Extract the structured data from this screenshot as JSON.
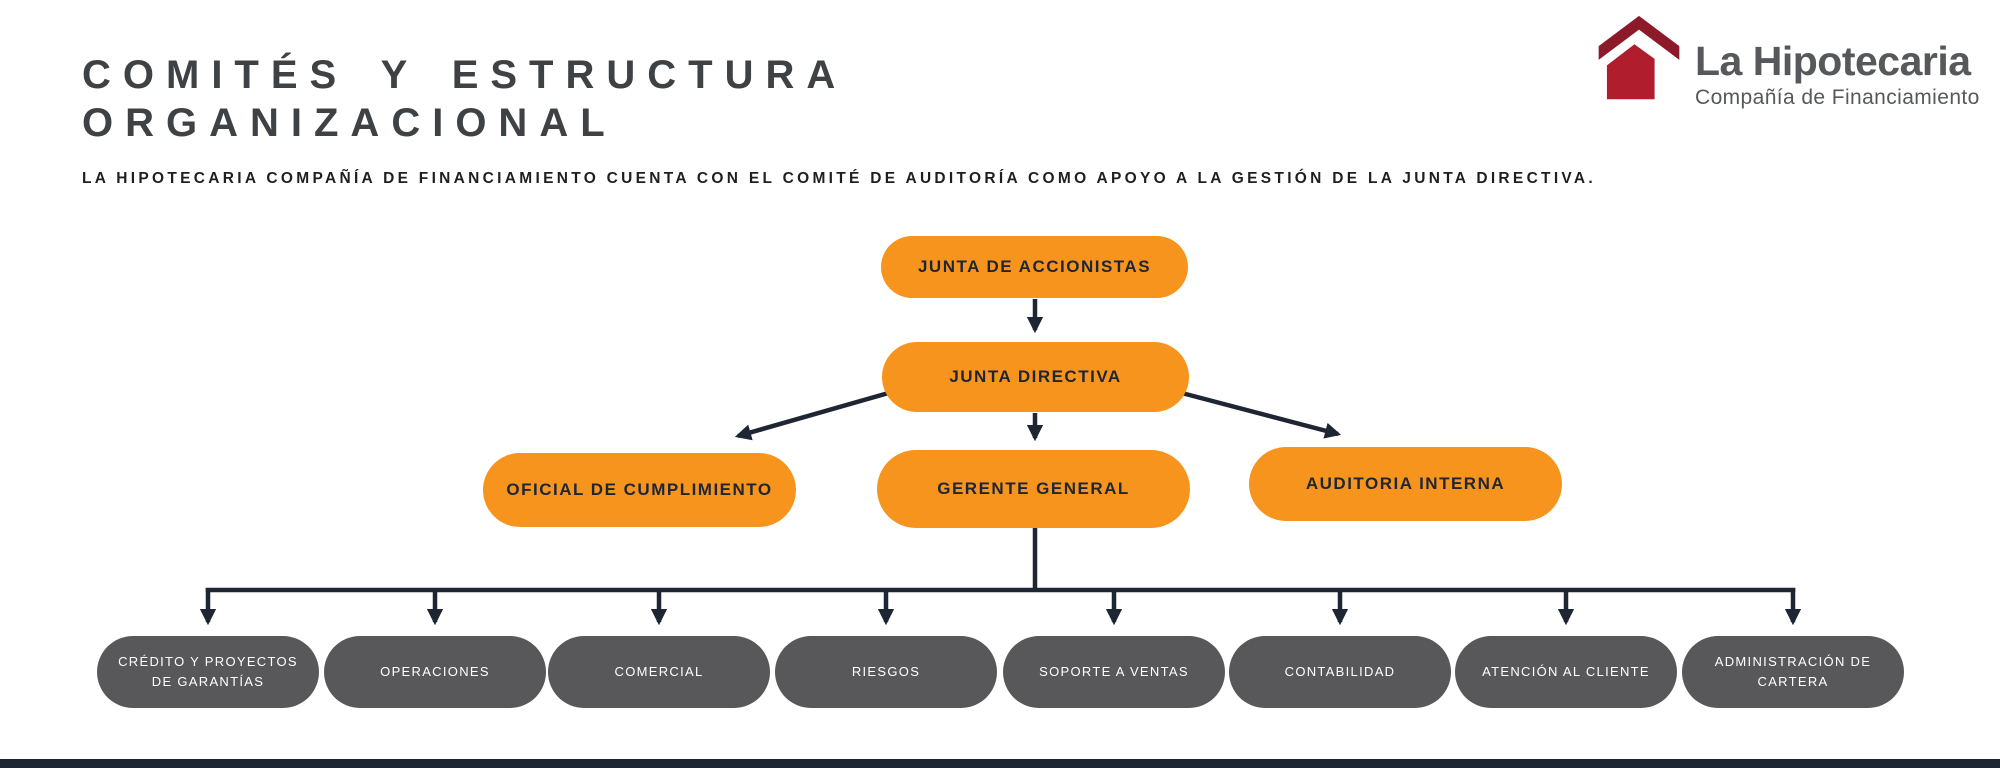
{
  "page": {
    "title_line1": "COMITÉS Y ESTRUCTURA",
    "title_line2": "ORGANIZACIONAL",
    "subtitle": "LA HIPOTECARIA COMPAÑÍA DE FINANCIAMIENTO CUENTA CON EL COMITÉ DE AUDITORÍA COMO APOYO A LA GESTIÓN DE LA JUNTA DIRECTIVA."
  },
  "logo": {
    "brand": "La Hipotecaria",
    "tagline": "Compañía de Financiamiento",
    "icon": "house-icon",
    "colors": {
      "roof": "#8C1A28",
      "body": "#B01E2E",
      "text": "#56585B"
    }
  },
  "colors": {
    "orange": "#F7941E",
    "gray": "#58585A",
    "ink": "#1E2533",
    "title": "#3F4245"
  },
  "org_chart": {
    "nodes": {
      "junta_accionistas": "JUNTA DE ACCIONISTAS",
      "junta_directiva": "JUNTA DIRECTIVA",
      "oficial_cumplimiento": "OFICIAL DE CUMPLIMIENTO",
      "gerente_general": "GERENTE GENERAL",
      "auditoria_interna": "AUDITORIA INTERNA"
    },
    "departments": [
      "CRÉDITO Y PROYECTOS\nDE GARANTÍAS",
      "OPERACIONES",
      "COMERCIAL",
      "RIESGOS",
      "SOPORTE A VENTAS",
      "CONTABILIDAD",
      "ATENCIÓN AL CLIENTE",
      "ADMINISTRACIÓN DE\nCARTERA"
    ]
  }
}
